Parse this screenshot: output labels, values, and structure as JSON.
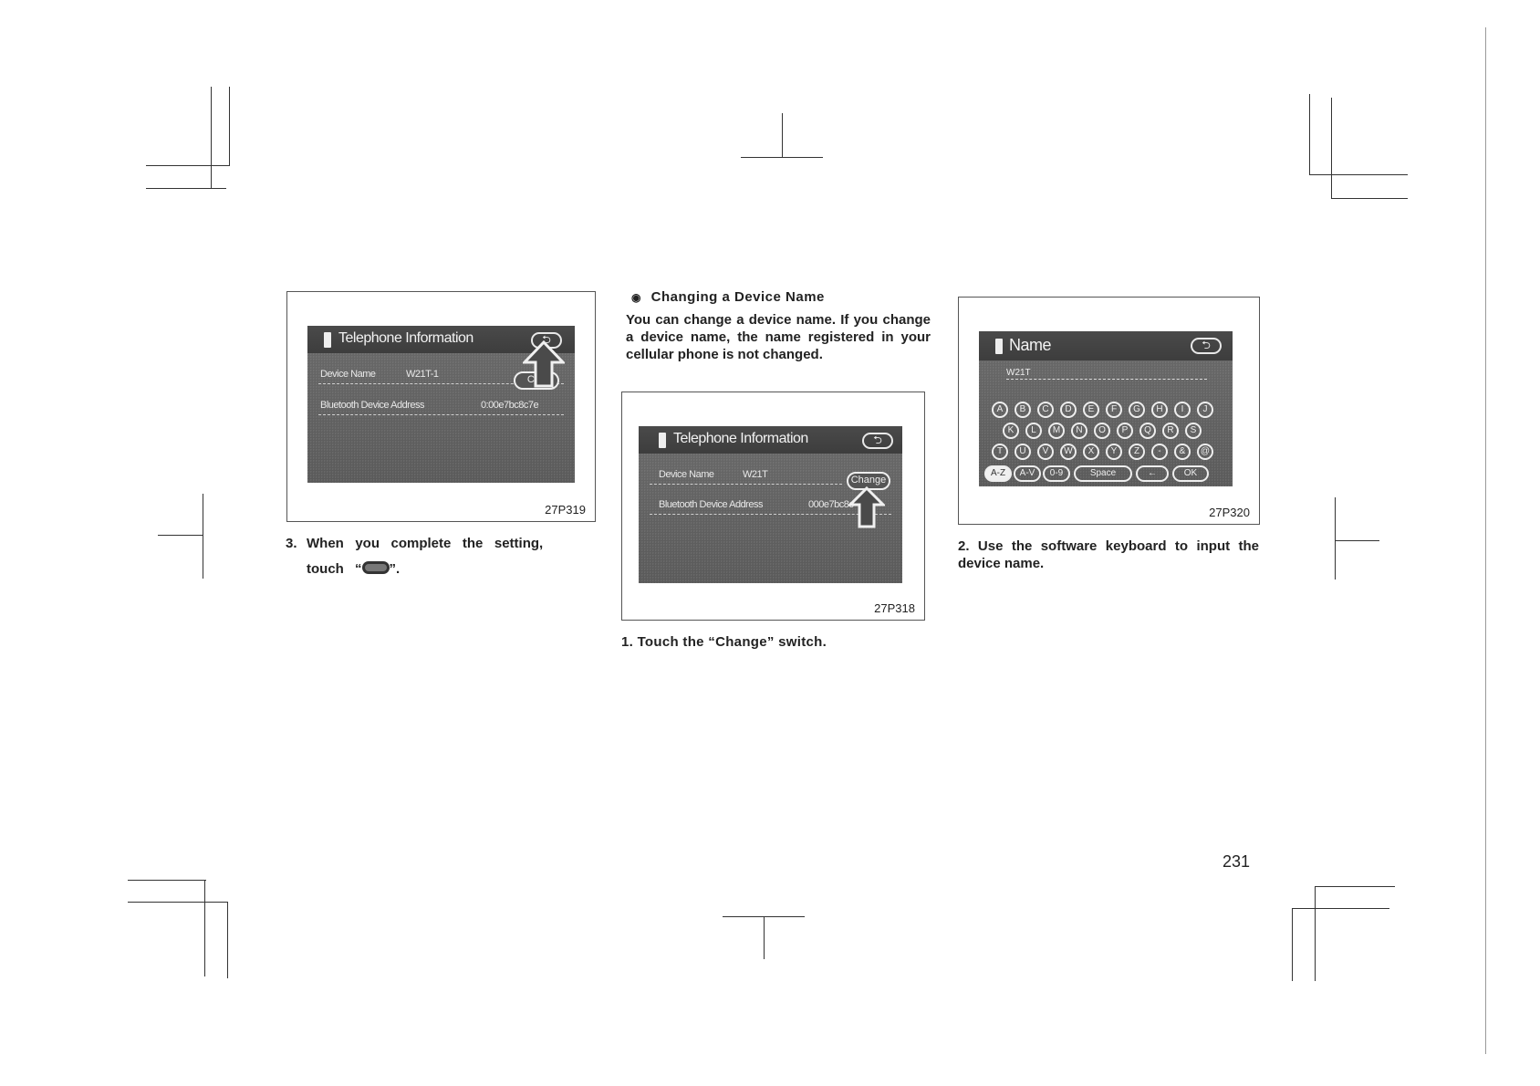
{
  "left_panel": {
    "screen_title": "Telephone Information",
    "back_icon": "return-arrow-icon",
    "device_name_label": "Device Name",
    "device_name_value": "W21T-1",
    "change_label": "Cha",
    "bt_label": "Bluetooth Device Address",
    "bt_value": "0:00e7bc8c7e",
    "figure_id": "27P319",
    "step_number": "3.",
    "step_text_line1": "When   you   complete   the   setting,",
    "step_text_touch": "touch",
    "step_text_open_quote": "“",
    "step_text_close": "”."
  },
  "middle_panel": {
    "section_marker": "◉",
    "section_title": "Changing a Device Name",
    "intro_text": "You can change a device name. If you change a device name, the name registered in your cellular phone is not changed.",
    "screen_title": "Telephone Information",
    "device_name_label": "Device Name",
    "device_name_value": "W21T",
    "change_label": "Change",
    "bt_label": "Bluetooth Device Address",
    "bt_value": "000e7bc8c",
    "figure_id": "27P318",
    "step_text": "1. Touch the “Change” switch."
  },
  "right_panel": {
    "screen_title": "Name",
    "input_value": "W21T",
    "keys_row1": [
      "A",
      "B",
      "C",
      "D",
      "E",
      "F",
      "G",
      "H",
      "I",
      "J"
    ],
    "keys_row2": [
      "K",
      "L",
      "M",
      "N",
      "O",
      "P",
      "Q",
      "R",
      "S"
    ],
    "keys_row3": [
      "T",
      "U",
      "V",
      "W",
      "X",
      "Y",
      "Z",
      "-",
      "&",
      "@"
    ],
    "fn_keys": {
      "az": "A-Z",
      "av": "A-V",
      "num": "0-9",
      "space": "Space",
      "backspace": "←",
      "ok": "OK"
    },
    "figure_id": "27P320",
    "step_text": "2. Use the software keyboard to input the device name."
  },
  "page_number": "231"
}
